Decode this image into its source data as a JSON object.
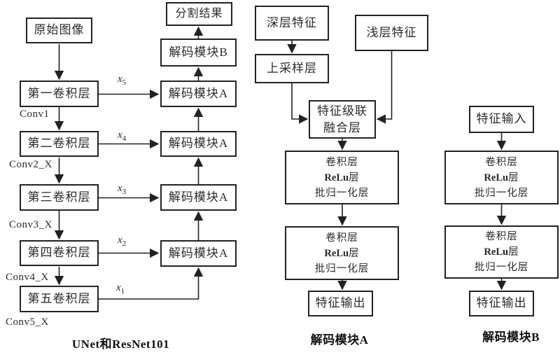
{
  "colors": {
    "line": "#222222",
    "box_background": "#ffffff",
    "text": "#2a2a2a"
  },
  "backbone": {
    "caption": "UNet和ResNet101",
    "input_label": "原始图像",
    "conv_layers": [
      "第一卷积层",
      "第二卷积层",
      "第三卷积层",
      "第四卷积层",
      "第五卷积层"
    ],
    "stage_labels": [
      "Conv1",
      "Conv2_X",
      "Conv3_X",
      "Conv4_X",
      "Conv5_X"
    ],
    "skips": [
      {
        "v": "x",
        "s": "5"
      },
      {
        "v": "x",
        "s": "4"
      },
      {
        "v": "x",
        "s": "3"
      },
      {
        "v": "x",
        "s": "2"
      },
      {
        "v": "x",
        "s": "1"
      }
    ],
    "output_label": "分割结果",
    "decoder_b_label": "解码模块B",
    "decoder_a_labels": [
      "解码模块A",
      "解码模块A",
      "解码模块A",
      "解码模块A"
    ]
  },
  "module_a": {
    "caption": "解码模块A",
    "deep_features_label": "深层特征",
    "shallow_features_label": "浅层特征",
    "upsample_label": "上采样层",
    "fusion_line1": "特征级联",
    "fusion_line2": "融合层",
    "block": {
      "line1": "卷积层",
      "line2_en": "ReLu",
      "line2_cn": "层",
      "line3": "批归一化层"
    },
    "output_label": "特征输出"
  },
  "module_b": {
    "caption": "解码模块B",
    "input_label": "特征输入",
    "block": {
      "line1": "卷积层",
      "line2_en": "ReLu",
      "line2_cn": "层",
      "line3": "批归一化层"
    },
    "output_label": "特征输出"
  }
}
